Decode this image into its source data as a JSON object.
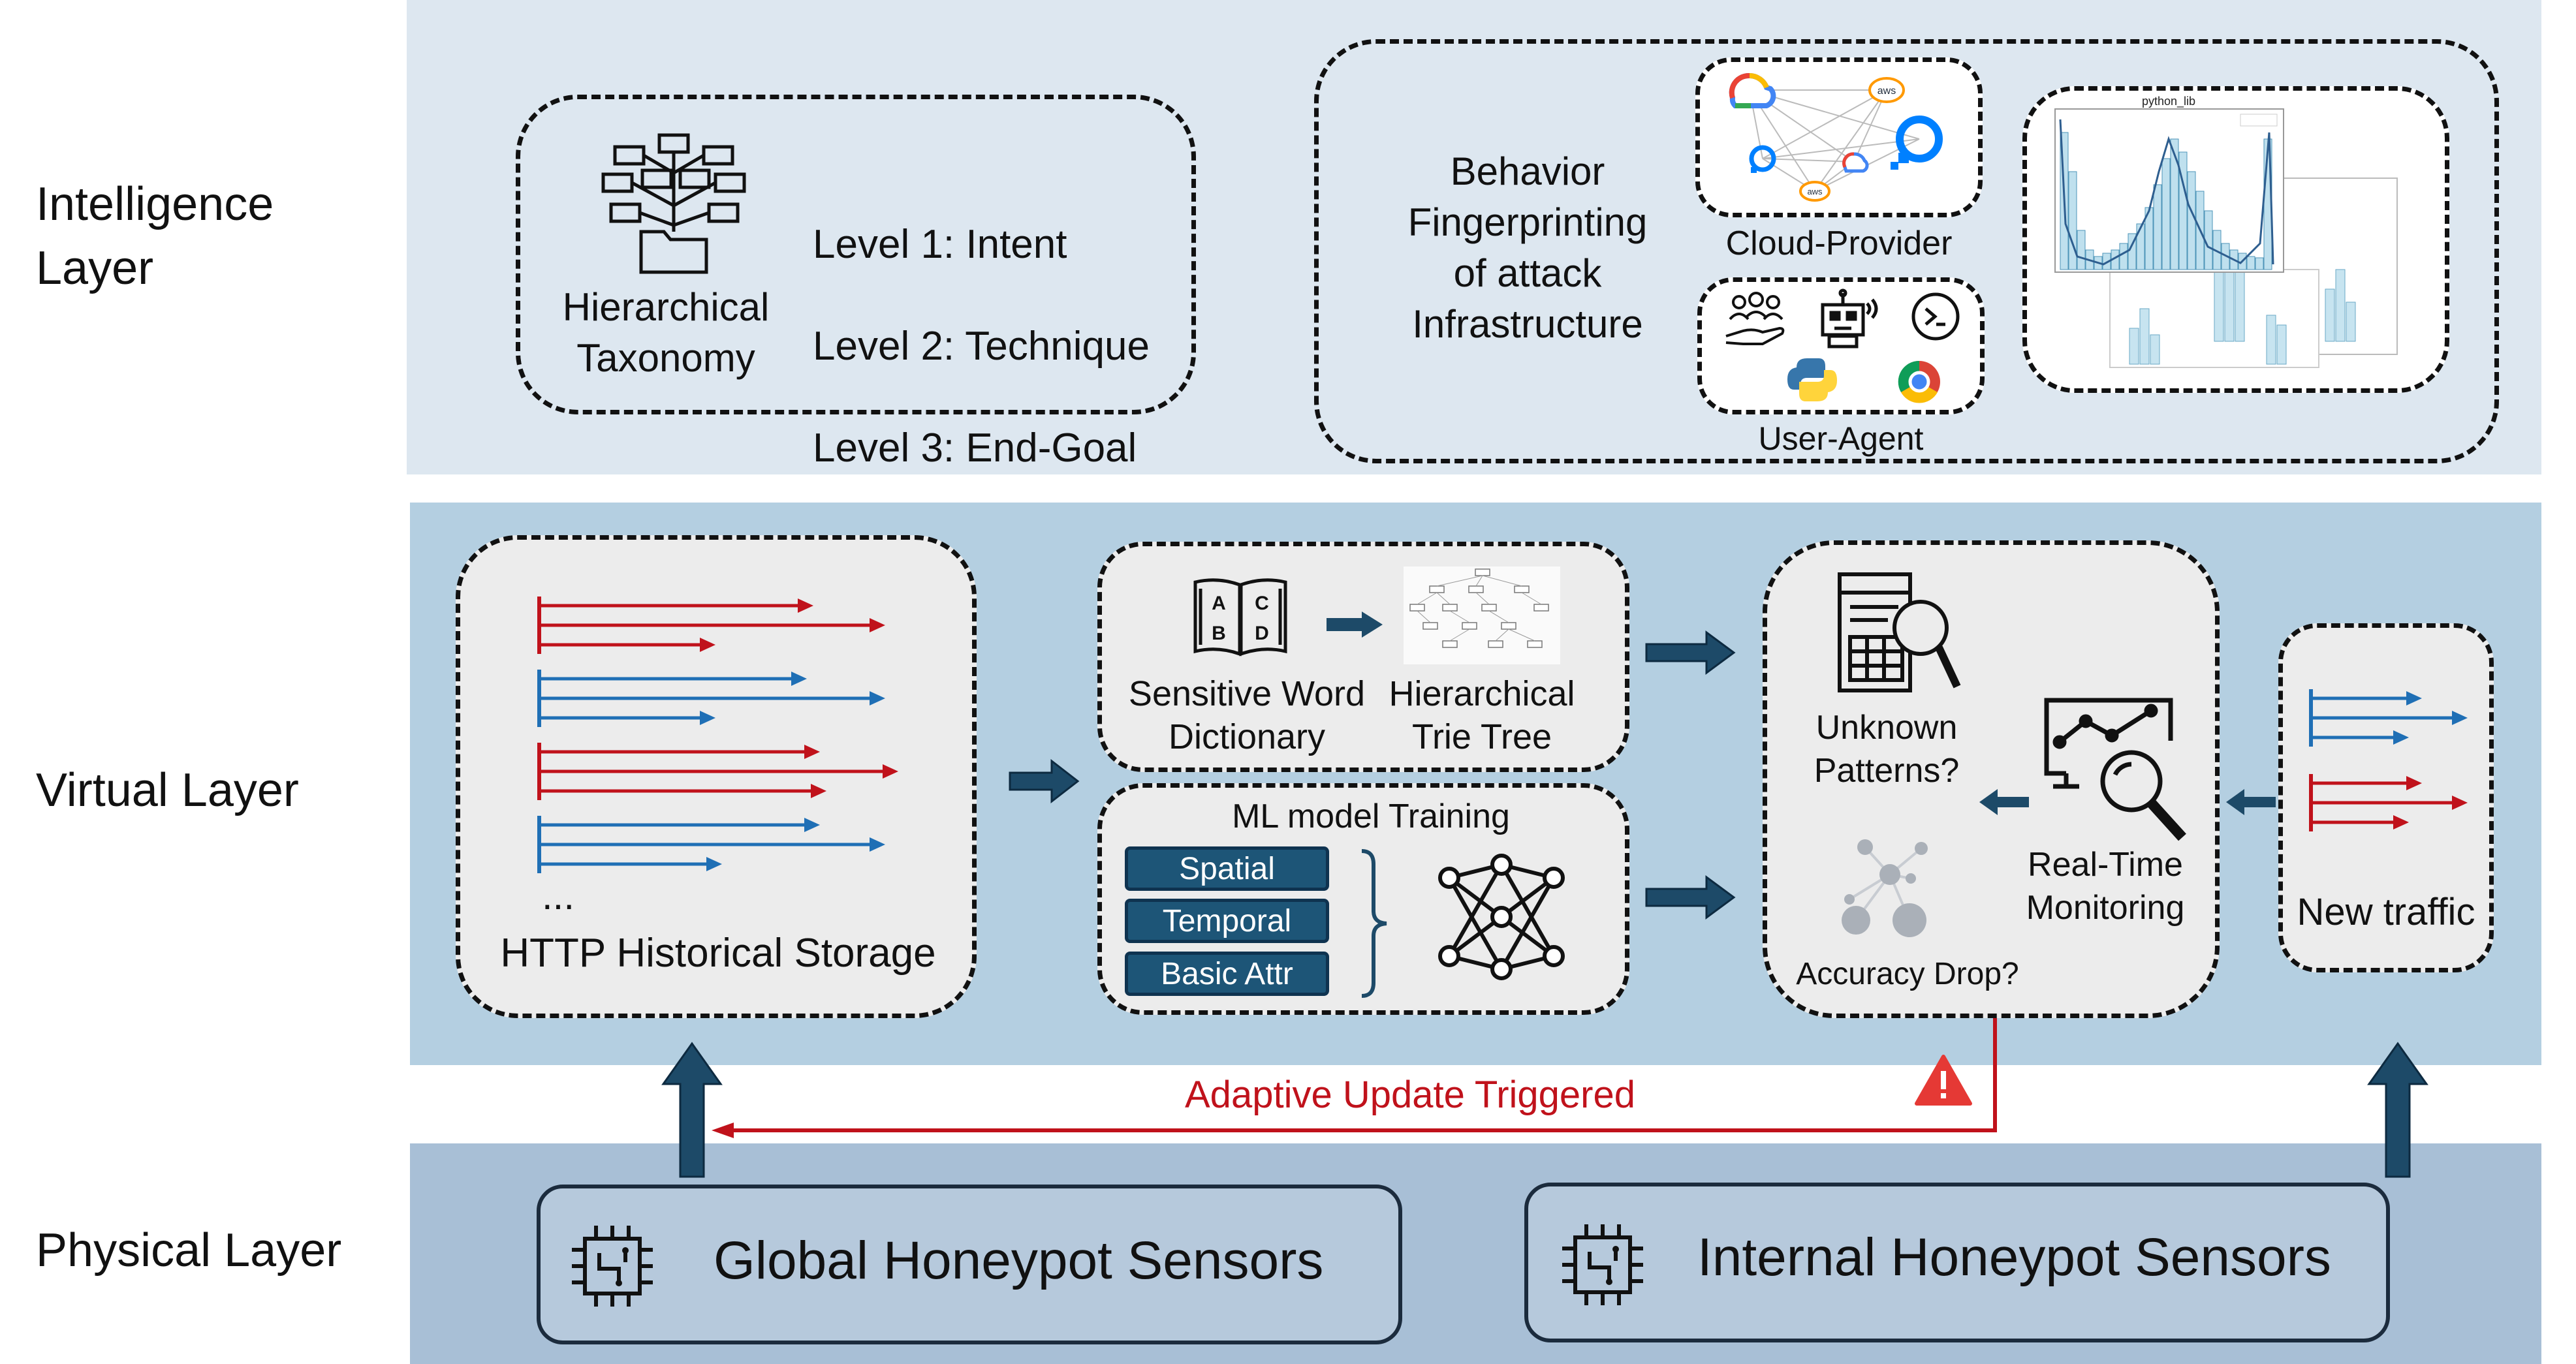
{
  "layers": {
    "intelligence": "Intelligence\nLayer",
    "virtual": "Virtual Layer",
    "physical": "Physical Layer"
  },
  "intelligence": {
    "taxonomy_label": "Hierarchical\nTaxonomy",
    "levels": [
      "Level 1: Intent",
      "Level 2: Technique",
      "Level 3: End-Goal"
    ],
    "behavior_label": "Behavior\nFingerprinting\nof attack\nInfrastructure",
    "cloud_provider": "Cloud-Provider",
    "user_agent": "User-Agent",
    "aws_label": "aws",
    "histogram_title": "python_lib"
  },
  "virtual": {
    "storage_ellipsis": "...",
    "storage_label": "HTTP Historical Storage",
    "dictionary_label": "Sensitive Word\nDictionary",
    "trie_label": "Hierarchical\nTrie Tree",
    "book_letters": [
      "A",
      "C",
      "B",
      "D"
    ],
    "ml_title": "ML model Training",
    "features": [
      "Spatial",
      "Temporal",
      "Basic Attr"
    ],
    "unknown_patterns": "Unknown\nPatterns?",
    "accuracy_drop": "Accuracy Drop?",
    "realtime": "Real-Time\nMonitoring",
    "new_traffic": "New traffic"
  },
  "adaptive_update": "Adaptive Update Triggered",
  "physical": {
    "global": "Global Honeypot Sensors",
    "internal": "Internal Honeypot Sensors"
  },
  "colors": {
    "intelligence_band": "#dde7f0",
    "virtual_band": "#b4cfe1",
    "physical_band": "#a8bfd6",
    "arrow_blue": "#1d4a68",
    "flow_red": "#c0121b",
    "flow_blue": "#1f6fb5",
    "feature_box": "#1d5577"
  },
  "icons": [
    "taxonomy-tree-icon",
    "cloud-network-icon",
    "user-agent-icons",
    "histogram-charts-icon",
    "flow-arrows-icon",
    "dictionary-book-icon",
    "trie-tree-icon",
    "neural-network-icon",
    "pattern-search-icon",
    "accuracy-network-icon",
    "monitoring-screen-icon",
    "warning-triangle-icon",
    "chip-icon"
  ]
}
